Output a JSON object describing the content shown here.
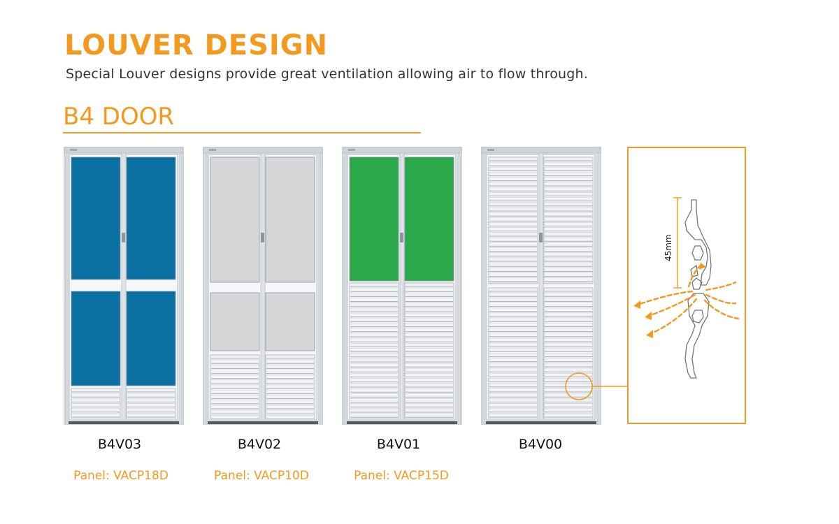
{
  "title": "LOUVER DESIGN",
  "subtitle": "Special Louver designs provide great ventilation allowing air to flow through.",
  "section_title": "B4 DOOR",
  "colors": {
    "accent": "#f39a1e",
    "frame": "#b9bfc6",
    "louver_fill": "#f1f3f5",
    "louver_line": "#aab1b9"
  },
  "doors": [
    {
      "code": "B4V03",
      "panel_label": "Panel: VACP18D",
      "panel_color": "#0a6fa1",
      "style": "two-panel-bottom-louver"
    },
    {
      "code": "B4V02",
      "panel_label": "Panel: VACP10D",
      "panel_color": "#d4d6d8",
      "style": "two-panel-half-louver"
    },
    {
      "code": "B4V01",
      "panel_label": "Panel: VACP15D",
      "panel_color": "#2ba84a",
      "style": "top-panel-louver"
    },
    {
      "code": "B4V00",
      "panel_label": "",
      "panel_color": "",
      "style": "full-louver"
    }
  ],
  "detail": {
    "dimension_label": "45mm",
    "icons": [
      "louver-profile-icon",
      "airflow-arrows-icon",
      "magnifier-circle-icon"
    ]
  }
}
